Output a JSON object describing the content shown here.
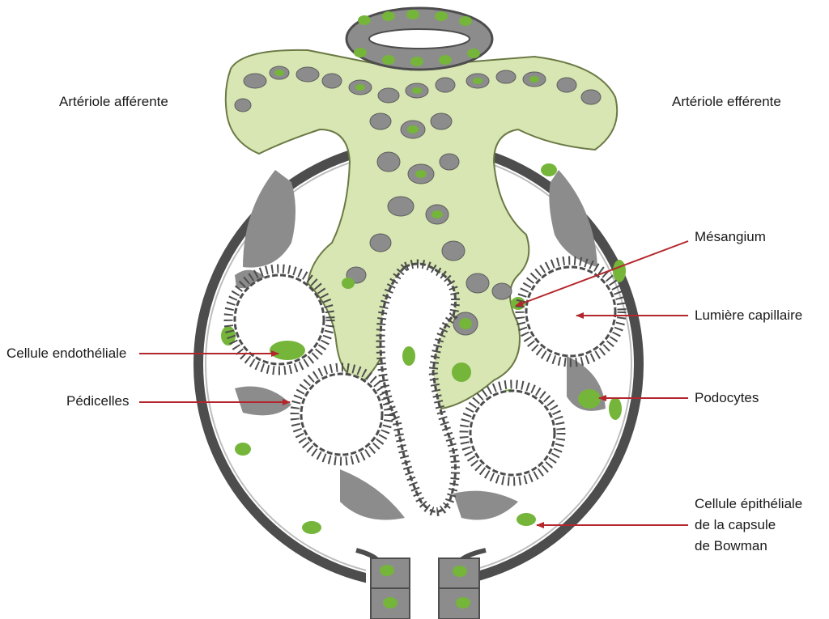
{
  "labels": {
    "afferent": "Artériole afférente",
    "efferent": "Artériole efférente",
    "mesangium": "Mésangium",
    "lumen": "Lumière capillaire",
    "endothelial": "Cellule endothéliale",
    "pedicels": "Pédicelles",
    "podocytes": "Podocytes",
    "bowman_line1": "Cellule épithéliale",
    "bowman_line2": "de la capsule",
    "bowman_line3": "de Bowman"
  },
  "colors": {
    "cell_green": "#74b53a",
    "matrix_green": "#d7e6b2",
    "tissue_gray": "#8c8c8c",
    "capsule_dark": "#4d4d4d",
    "arrow_red": "#b3262b",
    "label_text": "#1a1a1a"
  }
}
